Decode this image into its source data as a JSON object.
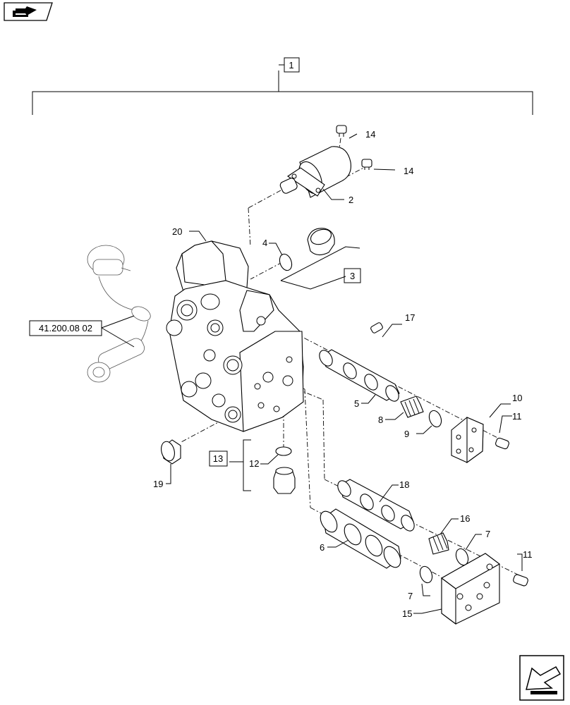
{
  "icons": {
    "top_left": "book-nav-icon",
    "bottom_right": "next-page-arrow-icon"
  },
  "callouts": {
    "c1": "1",
    "c2": "2",
    "c3": "3",
    "c4": "4",
    "c5": "5",
    "c6": "6",
    "c7a": "7",
    "c7b": "7",
    "c8": "8",
    "c9": "9",
    "c10": "10",
    "c11a": "11",
    "c11b": "11",
    "c12": "12",
    "c13": "13",
    "c14a": "14",
    "c14b": "14",
    "c15": "15",
    "c16": "16",
    "c17": "17",
    "c18": "18",
    "c19": "19",
    "c20": "20"
  },
  "reference": "41.200.08 02"
}
